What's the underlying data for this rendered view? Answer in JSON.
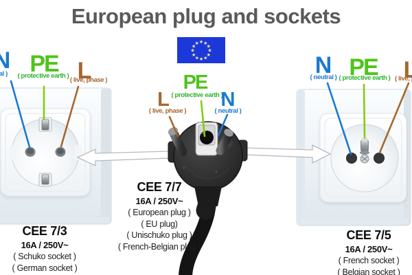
{
  "title": "European plug and sockets",
  "flag": {
    "stars": 12
  },
  "colors": {
    "neutral_blue": "#1b79d0",
    "earth_green": "#4ec41c",
    "earth_green_desc": "#2db32d",
    "earth_green_line": "#84cc0f",
    "live_brown": "#a5672f",
    "title_gray": "#5a5a5a",
    "flag_blue": "#1d38d8",
    "flag_star_yellow": "#f4eda2"
  },
  "left_socket": {
    "pins": {
      "neutral": {
        "letter": "N",
        "desc": "( neutral )"
      },
      "earth": {
        "letter": "PE",
        "desc": "( protective earth )"
      },
      "live": {
        "letter": "L",
        "desc": "( live, phase )"
      }
    },
    "model": "CEE 7/3",
    "rating": "16A / 250V~",
    "aliases": [
      "( Schuko socket )",
      "( German socket )"
    ]
  },
  "plug": {
    "pins": {
      "live": {
        "letter": "L",
        "desc": "( live, phase )"
      },
      "earth": {
        "letter": "PE",
        "desc": "( protective earth )"
      },
      "neutral": {
        "letter": "N",
        "desc": "( neutral )"
      }
    },
    "model": "CEE 7/7",
    "rating": "16A / 250V~",
    "aliases": [
      "( European plug )",
      "( EU plug)",
      "( Unischuko plug )",
      "( French-Belgian plug )"
    ]
  },
  "right_socket": {
    "pins": {
      "neutral": {
        "letter": "N",
        "desc": "( neutral )"
      },
      "earth": {
        "letter": "PE",
        "desc": "( protective earth )"
      },
      "live": {
        "letter": "L",
        "desc": "( live, phase )"
      }
    },
    "model": "CEE 7/5",
    "rating": "16A / 250V~",
    "aliases": [
      "( French socket )",
      "( Belgian socket )"
    ]
  }
}
